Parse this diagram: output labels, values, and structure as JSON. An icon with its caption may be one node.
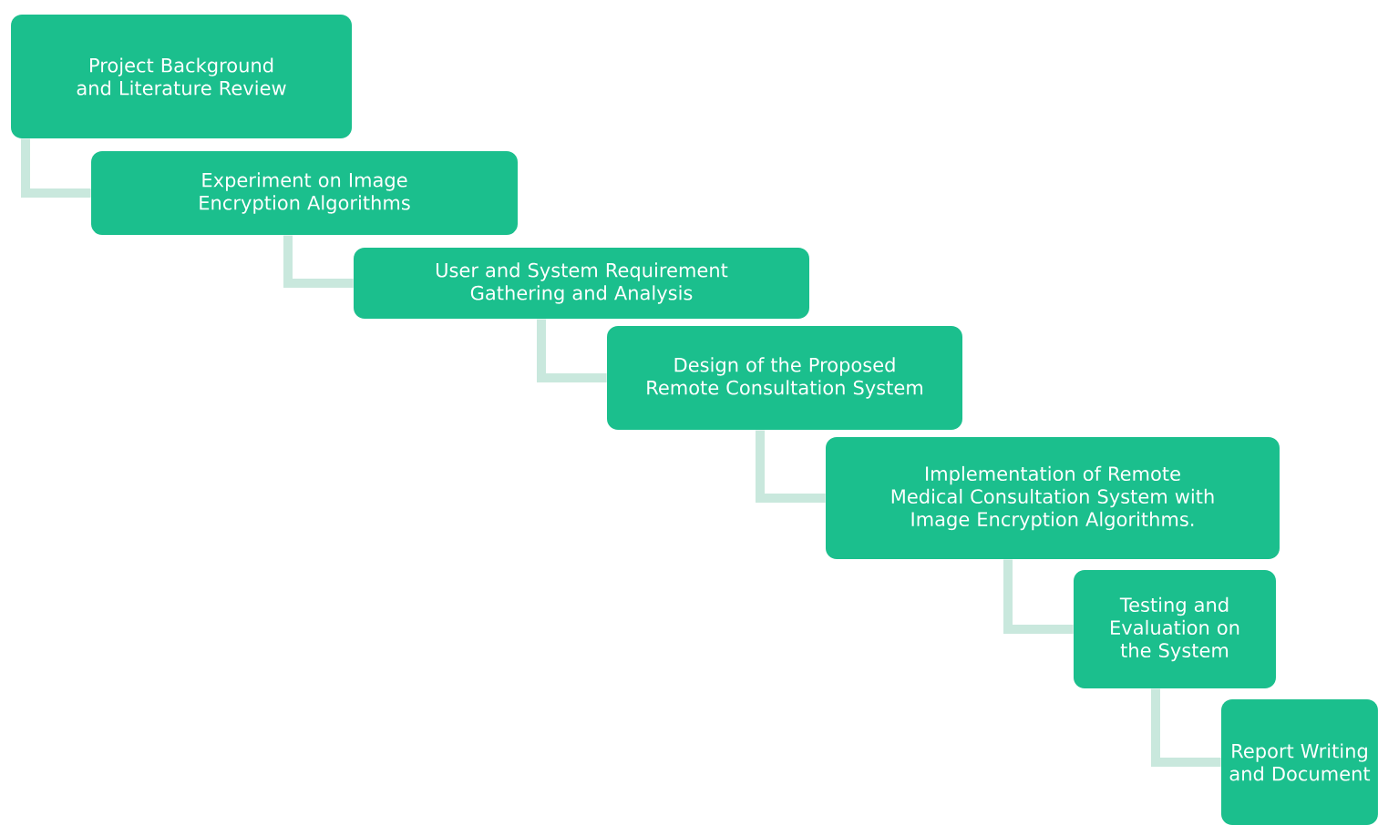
{
  "diagram": {
    "nodes": [
      {
        "text": [
          "Project Background and Literature Review"
        ]
      },
      {
        "text": [
          "Experiment on Image Encryption Algorithms"
        ]
      },
      {
        "text": [
          "User and System Requirement Gathering and Analysis"
        ]
      },
      {
        "text": [
          "Design of the Proposed Remote Consultation System"
        ]
      },
      {
        "text": [
          "Implementation of Remote Medical Consultation System with Image Encryption Algorithms."
        ]
      },
      {
        "text": [
          "Testing and Evaluation on the System"
        ]
      },
      {
        "text": [
          "Report Writing and Document"
        ]
      }
    ],
    "edges": [
      {
        "from": 0,
        "to": 1,
        "arrow": "none"
      },
      {
        "from": 1,
        "to": 2,
        "arrow": "none"
      },
      {
        "from": 2,
        "to": 3,
        "arrow": "none"
      },
      {
        "from": 3,
        "to": 4,
        "arrow": "none"
      },
      {
        "from": 4,
        "to": 5,
        "arrow": "none"
      },
      {
        "from": 5,
        "to": 6,
        "arrow": "none"
      }
    ]
  }
}
